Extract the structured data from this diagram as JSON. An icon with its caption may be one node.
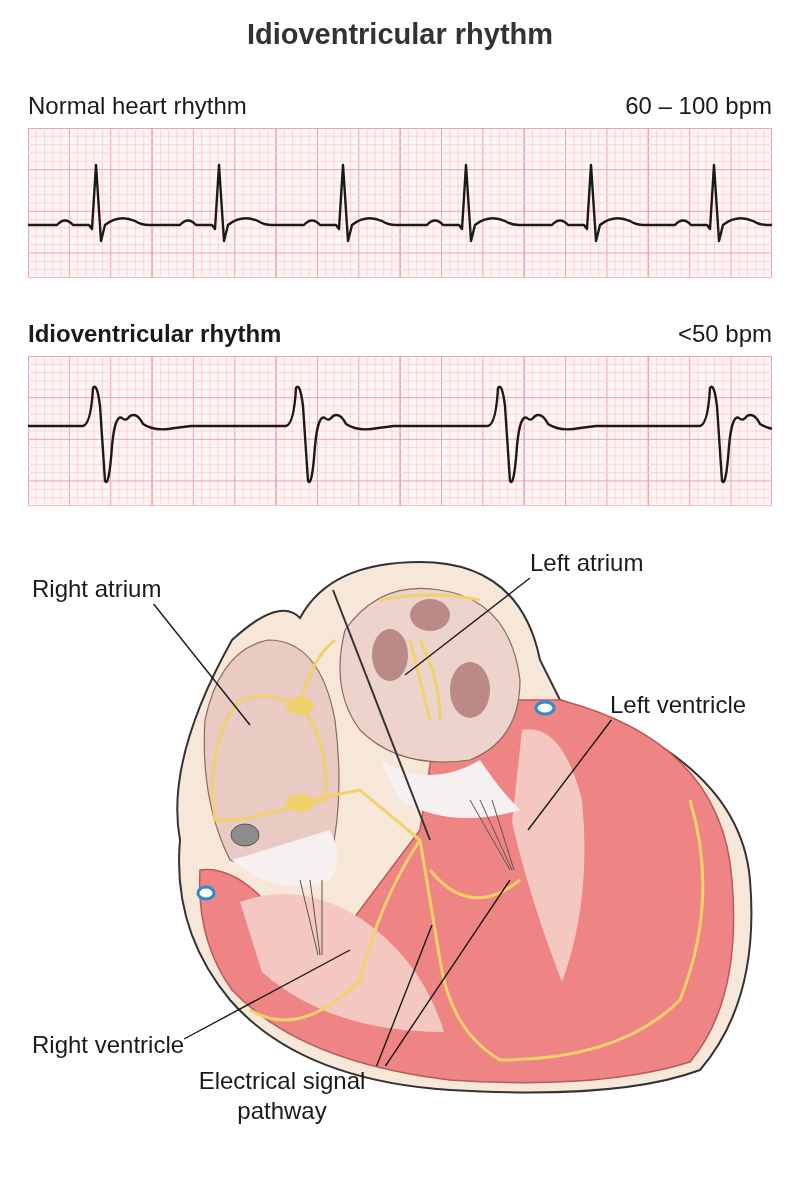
{
  "diagram": {
    "title": "Idioventricular rhythm",
    "nodes": [
      {
        "text": [
          "Normal heart rhythm",
          "60 – 100 bpm"
        ]
      },
      {
        "text": [
          "Idioventricular rhythm",
          "<50 bpm"
        ]
      },
      {
        "text": [
          "Right atrium"
        ]
      },
      {
        "text": [
          "Left atrium"
        ]
      },
      {
        "text": [
          "Left ventricle"
        ]
      },
      {
        "text": [
          "Right ventricle"
        ]
      },
      {
        "text": [
          "Electrical signal pathway"
        ]
      }
    ],
    "edges": [
      {
        "from": 2,
        "to": null,
        "arrow": "none"
      },
      {
        "from": 3,
        "to": null,
        "arrow": "none"
      },
      {
        "from": 4,
        "to": null,
        "arrow": "none"
      },
      {
        "from": 5,
        "to": null,
        "arrow": "none"
      },
      {
        "from": 6,
        "to": null,
        "arrow": "none"
      },
      {
        "from": 6,
        "to": null,
        "arrow": "none"
      }
    ]
  }
}
